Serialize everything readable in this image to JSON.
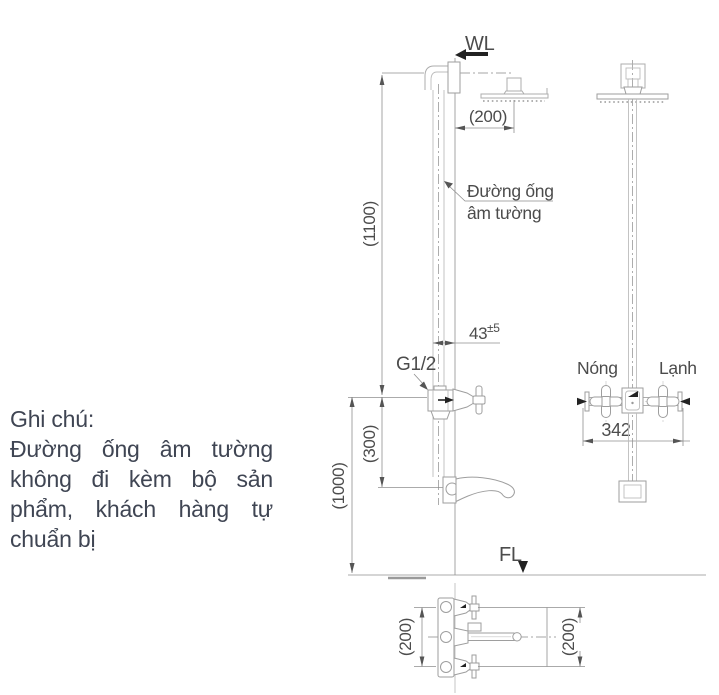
{
  "note": {
    "title": "Ghi chú:",
    "lines": [
      "Đường ống âm tường",
      "không đi kèm bộ sản",
      "phẩm, khách hàng tự",
      "chuẩn bị"
    ]
  },
  "labels": {
    "wall_line": "WL",
    "floor_line": "FL",
    "thread_size": "G1/2",
    "hot": "Nóng",
    "cold": "Lạnh",
    "pipe_callout_line1": "Đường ống",
    "pipe_callout_line2": "âm tường"
  },
  "dimensions": {
    "head_offset_top": "(200)",
    "arm_height": "(1100)",
    "pipe_depth_value": "43",
    "pipe_depth_tolerance": "±5",
    "valve_to_spout": "(300)",
    "valve_height": "(1000)",
    "handle_span": "342",
    "plan_left": "(200)",
    "plan_right": "(200)"
  },
  "colors": {
    "background": "#ffffff",
    "drawing_line": "#adadad",
    "wall_line": "#8f8f8f",
    "dimension_text": "#4c4c4c",
    "note_text": "#3f4553",
    "marker_black": "#222222"
  }
}
